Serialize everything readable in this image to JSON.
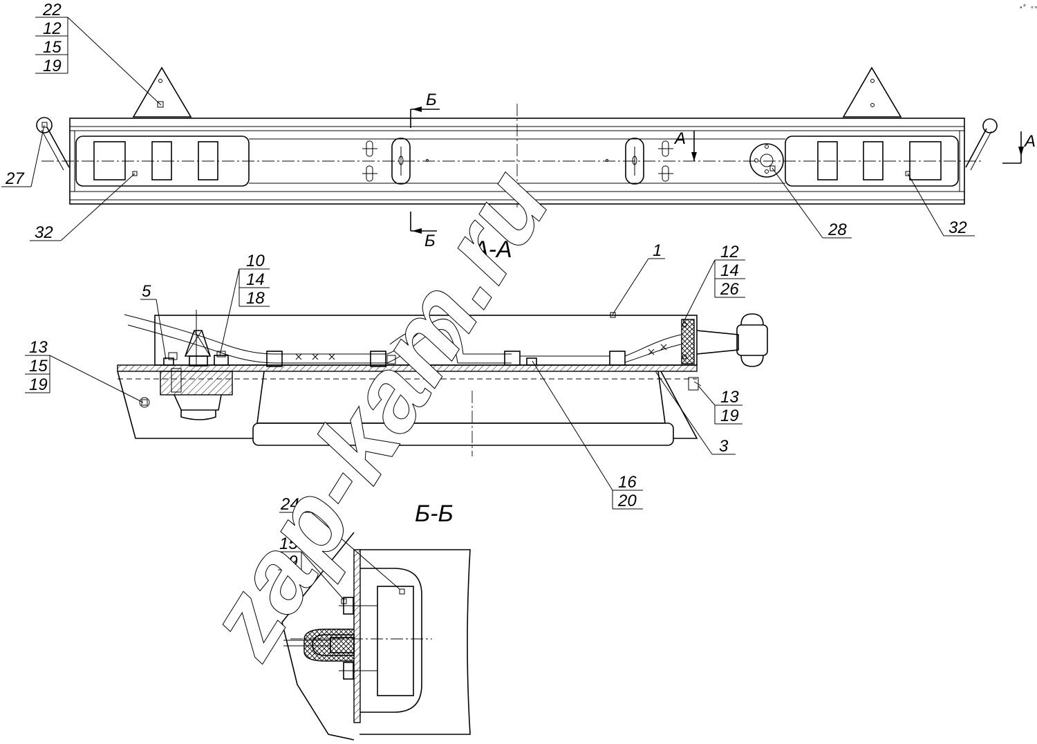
{
  "corner_mark": "ₐᵖ ₒₒₒ",
  "watermark": "zap-kam.ru",
  "plan_view": {
    "section_a_mark": "А",
    "section_b_mark_top": "Б",
    "section_b_mark_bottom": "Б",
    "callouts": {
      "c22": [
        "22",
        "12",
        "15",
        "19"
      ],
      "c27": "27",
      "c32_left": "32",
      "c28": "28",
      "c32_right": "32"
    }
  },
  "section_aa": {
    "title": "А-А",
    "callouts": {
      "c10": [
        "10",
        "14",
        "18"
      ],
      "c5": "5",
      "c13_left": [
        "13",
        "15",
        "19"
      ],
      "c1": "1",
      "c12": [
        "12",
        "14",
        "26"
      ],
      "c13_right": [
        "13",
        "19"
      ],
      "c3": "3",
      "c16": [
        "16",
        "20"
      ]
    }
  },
  "section_bb": {
    "title": "Б-Б",
    "callouts": {
      "c24": "24",
      "c15": [
        "15",
        "19"
      ]
    }
  }
}
